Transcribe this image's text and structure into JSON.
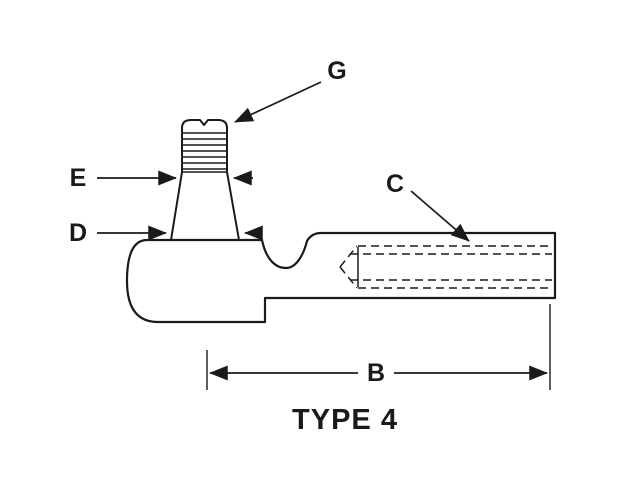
{
  "diagram": {
    "title": "TYPE 4",
    "labels": {
      "stud_top": "G",
      "stud_width": "E",
      "taper_width": "D",
      "thread_bore": "C",
      "overall_length": "B"
    },
    "colors": {
      "line": "#1a1a1a",
      "background": "#ffffff"
    }
  }
}
